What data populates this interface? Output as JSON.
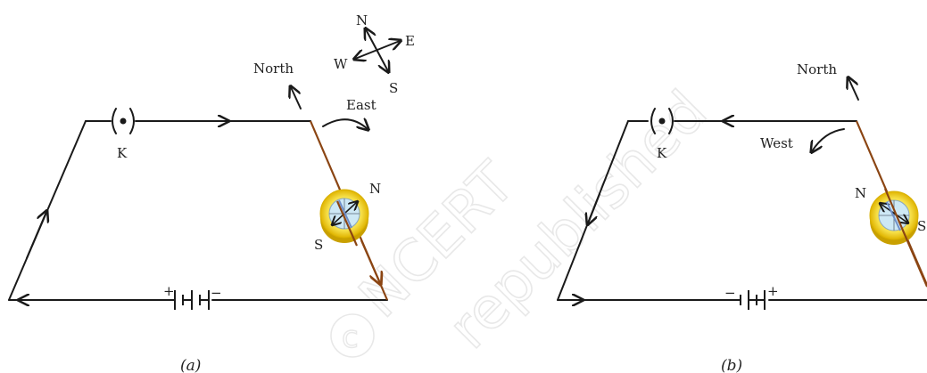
{
  "watermark": "© NCERT not to be republished",
  "colors": {
    "wire": "#1a1a1a",
    "conductor": "#8b4513",
    "compass_ring": "#f2d01e",
    "compass_face": "#cde8f5",
    "needle": "#6f8fc9"
  },
  "diagram_a": {
    "caption": "(a)",
    "key_label": "K",
    "north_label": "North",
    "deflection_label": "East",
    "battery_plus": "+",
    "battery_minus": "−",
    "compass_n": "N",
    "compass_s": "S",
    "rose": {
      "n": "N",
      "e": "E",
      "w": "W",
      "s": "S"
    }
  },
  "diagram_b": {
    "caption": "(b)",
    "key_label": "K",
    "north_label": "North",
    "deflection_label": "West",
    "battery_plus": "+",
    "battery_minus": "−",
    "compass_n": "N",
    "compass_s": "S"
  }
}
